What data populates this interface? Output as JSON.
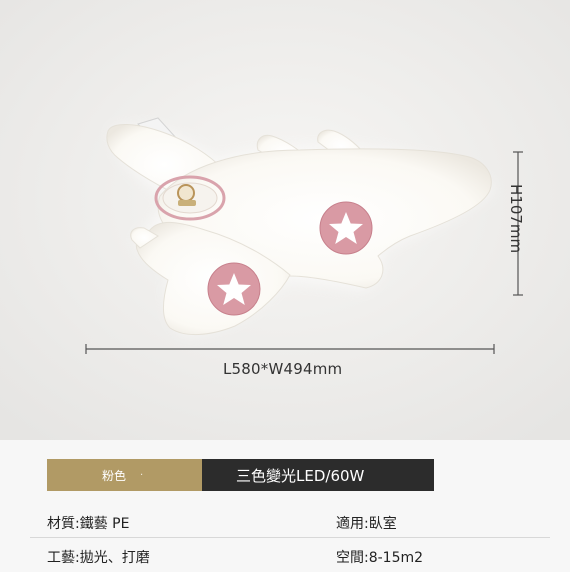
{
  "dimensions": {
    "length_width": "L580*W494mm",
    "height": "H107mm"
  },
  "option": {
    "color": "粉色",
    "light": "三色變光LED/60W"
  },
  "specs": {
    "material": "材質:鐵藝 PE",
    "room": "適用:臥室",
    "process": "工藝:拋光、打磨",
    "space": "空間:8-15m2"
  },
  "colors": {
    "accent_gold": "#b19a65",
    "accent_dark": "#2c2c2c",
    "star_circle": "#d99aa4"
  }
}
